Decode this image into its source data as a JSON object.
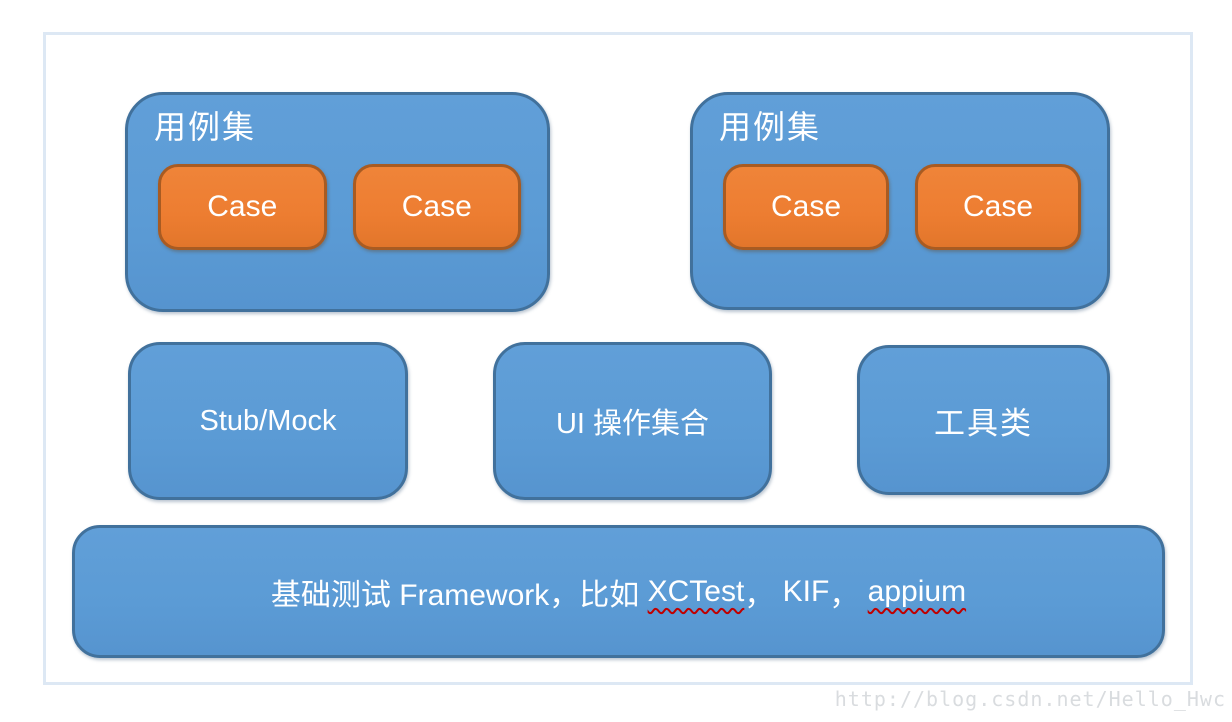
{
  "colors": {
    "blue_fill": "#5b9bd5",
    "blue_border": "#41719c",
    "orange_fill": "#ed7d31",
    "orange_border": "#a85b22",
    "frame_border": "#dde8f4",
    "squiggle_red": "#c00000",
    "watermark_gray": "#d9dcdf"
  },
  "diagram": {
    "case_groups": [
      {
        "title": "用例集",
        "cases": [
          "Case",
          "Case"
        ]
      },
      {
        "title": "用例集",
        "cases": [
          "Case",
          "Case"
        ]
      }
    ],
    "middle_row": [
      {
        "label": "Stub/Mock"
      },
      {
        "label": "UI 操作集合"
      },
      {
        "label": "工具类"
      }
    ],
    "base_bar": {
      "prefix": "基础测试 Framework，比如 ",
      "xctest": "XCTest",
      "comma1": "， ",
      "kif": "KIF",
      "comma2": "， ",
      "appium": "appium"
    }
  },
  "watermark": "http://blog.csdn.net/Hello_Hwc"
}
